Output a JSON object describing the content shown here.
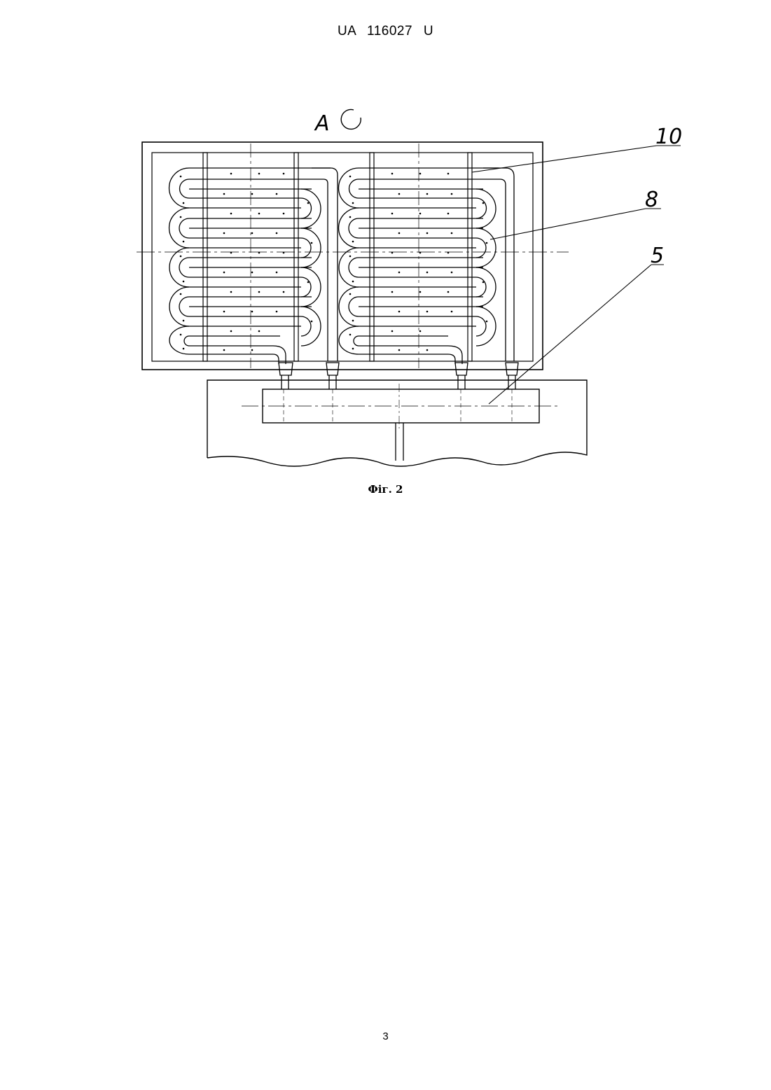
{
  "header": {
    "patent_number": "UA   116027   U"
  },
  "figure": {
    "view_label": "A",
    "callouts": [
      "10",
      "8",
      "5"
    ],
    "caption": "Фіг. 2"
  },
  "footer": {
    "page_number": "3"
  }
}
